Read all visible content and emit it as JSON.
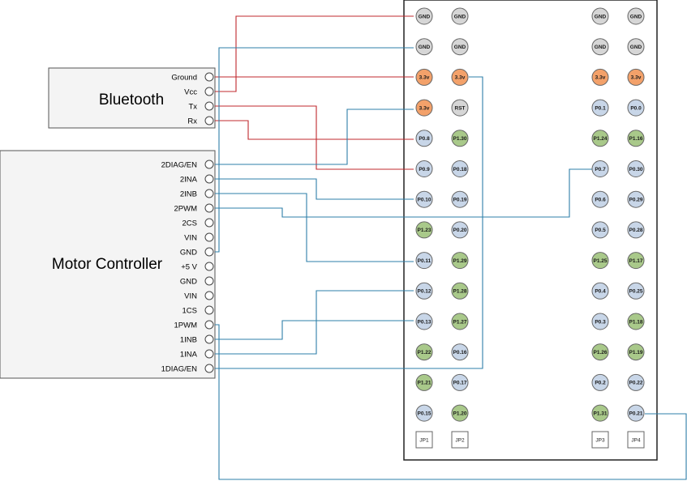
{
  "colors": {
    "wire_red": "#c0282d",
    "wire_blue": "#2e7fa8",
    "gnd": "#d6d6d6",
    "power": "#f3a16a",
    "p0": "#c8d6e8",
    "p1": "#a9c98a",
    "module_fill": "#f4f4f4"
  },
  "bluetooth": {
    "title": "Bluetooth",
    "pins": [
      "Ground",
      "Vcc",
      "Tx",
      "Rx"
    ]
  },
  "motor_controller": {
    "title": "Motor Controller",
    "pins": [
      "2DIAG/EN",
      "2INA",
      "2INB",
      "2PWM",
      "2CS",
      "VIN",
      "GND",
      "+5 V",
      "GND",
      "VIN",
      "1CS",
      "1PWM",
      "1INB",
      "1INA",
      "1DIAG/EN"
    ]
  },
  "headers": {
    "jp1": {
      "label": "JP1",
      "pins": [
        {
          "name": "GND",
          "kind": "gnd"
        },
        {
          "name": "GND",
          "kind": "gnd"
        },
        {
          "name": "3.3v",
          "kind": "power"
        },
        {
          "name": "3.3v",
          "kind": "power"
        },
        {
          "name": "P0.8",
          "kind": "p0"
        },
        {
          "name": "P0.9",
          "kind": "p0"
        },
        {
          "name": "P0.10",
          "kind": "p0"
        },
        {
          "name": "P1.23",
          "kind": "p1"
        },
        {
          "name": "P0.11",
          "kind": "p0"
        },
        {
          "name": "P0.12",
          "kind": "p0"
        },
        {
          "name": "P0.13",
          "kind": "p0"
        },
        {
          "name": "P1.22",
          "kind": "p1"
        },
        {
          "name": "P1.21",
          "kind": "p1"
        },
        {
          "name": "P0.15",
          "kind": "p0"
        }
      ]
    },
    "jp2": {
      "label": "JP2",
      "pins": [
        {
          "name": "GND",
          "kind": "gnd"
        },
        {
          "name": "GND",
          "kind": "gnd"
        },
        {
          "name": "3.3v",
          "kind": "power"
        },
        {
          "name": "RST",
          "kind": "gnd"
        },
        {
          "name": "P1.30",
          "kind": "p1"
        },
        {
          "name": "P0.18",
          "kind": "p0"
        },
        {
          "name": "P0.19",
          "kind": "p0"
        },
        {
          "name": "P0.20",
          "kind": "p0"
        },
        {
          "name": "P1.29",
          "kind": "p1"
        },
        {
          "name": "P1.28",
          "kind": "p1"
        },
        {
          "name": "P1.27",
          "kind": "p1"
        },
        {
          "name": "P0.16",
          "kind": "p0"
        },
        {
          "name": "P0.17",
          "kind": "p0"
        },
        {
          "name": "P1.20",
          "kind": "p1"
        }
      ]
    },
    "jp3": {
      "label": "JP3",
      "pins": [
        {
          "name": "GND",
          "kind": "gnd"
        },
        {
          "name": "GND",
          "kind": "gnd"
        },
        {
          "name": "3.3v",
          "kind": "power"
        },
        {
          "name": "P0.1",
          "kind": "p0"
        },
        {
          "name": "P1.24",
          "kind": "p1"
        },
        {
          "name": "P0.7",
          "kind": "p0"
        },
        {
          "name": "P0.6",
          "kind": "p0"
        },
        {
          "name": "P0.5",
          "kind": "p0"
        },
        {
          "name": "P1.25",
          "kind": "p1"
        },
        {
          "name": "P0.4",
          "kind": "p0"
        },
        {
          "name": "P0.3",
          "kind": "p0"
        },
        {
          "name": "P1.26",
          "kind": "p1"
        },
        {
          "name": "P0.2",
          "kind": "p0"
        },
        {
          "name": "P1.31",
          "kind": "p1"
        }
      ]
    },
    "jp4": {
      "label": "JP4",
      "pins": [
        {
          "name": "GND",
          "kind": "gnd"
        },
        {
          "name": "GND",
          "kind": "gnd"
        },
        {
          "name": "3.3v",
          "kind": "power"
        },
        {
          "name": "P0.0",
          "kind": "p0"
        },
        {
          "name": "P1.16",
          "kind": "p1"
        },
        {
          "name": "P0.30",
          "kind": "p0"
        },
        {
          "name": "P0.29",
          "kind": "p0"
        },
        {
          "name": "P0.28",
          "kind": "p0"
        },
        {
          "name": "P1.17",
          "kind": "p1"
        },
        {
          "name": "P0.25",
          "kind": "p0"
        },
        {
          "name": "P1.18",
          "kind": "p1"
        },
        {
          "name": "P1.19",
          "kind": "p1"
        },
        {
          "name": "P0.22",
          "kind": "p0"
        },
        {
          "name": "P0.21",
          "kind": "p0"
        }
      ]
    }
  }
}
